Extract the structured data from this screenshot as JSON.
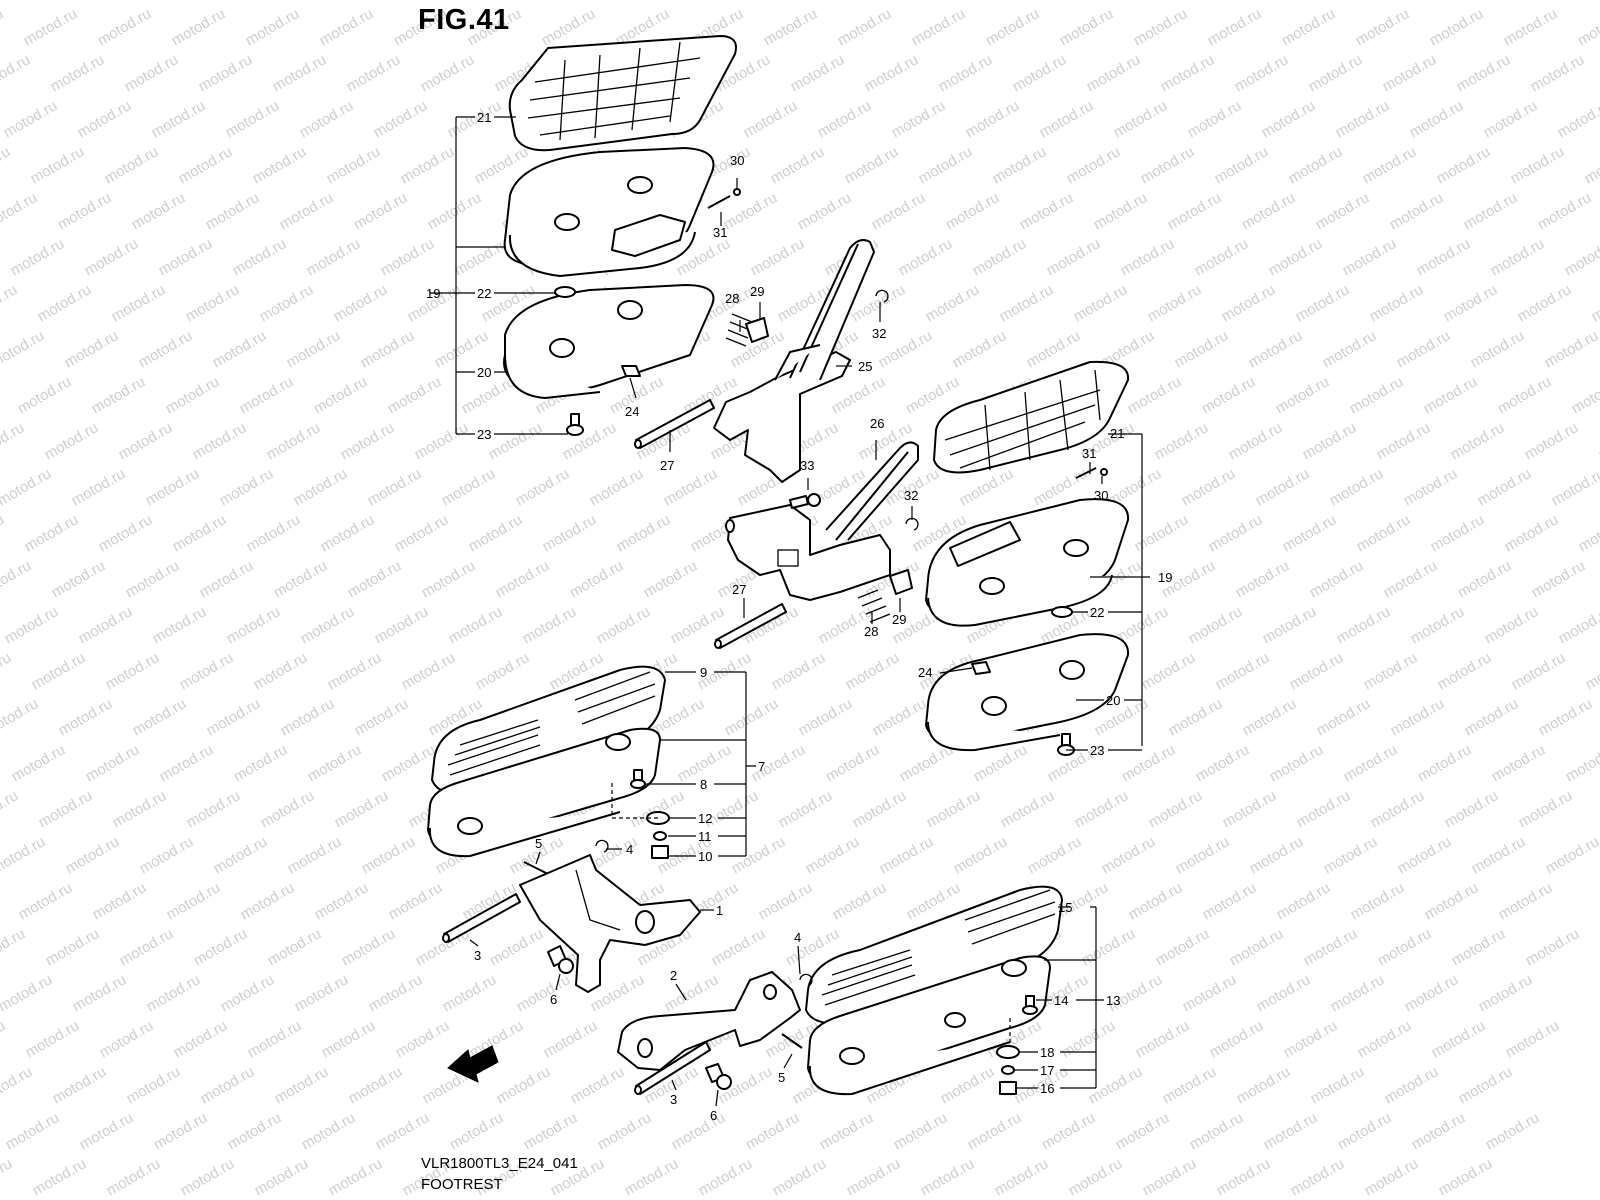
{
  "figure": {
    "title": "FIG.41",
    "model_code": "VLR1800TL3_E24_041",
    "caption": "FOOTREST",
    "watermark_text": "motod.ru",
    "fwd_label": "FWD"
  },
  "colors": {
    "line": "#000000",
    "background": "#ffffff",
    "watermark": "#cfcfcf"
  },
  "callouts": {
    "c21a": "21",
    "c19a": "19",
    "c22a": "22",
    "c20a": "20",
    "c23a": "23",
    "c30a": "30",
    "c31a": "31",
    "c28a": "28",
    "c29a": "29",
    "c32a": "32",
    "c25": "25",
    "c24a": "24",
    "c27a": "27",
    "c26": "26",
    "c33": "33",
    "c32b": "32",
    "c21b": "21",
    "c31b": "31",
    "c30b": "30",
    "c19b": "19",
    "c22b": "22",
    "c28b": "28",
    "c29b": "29",
    "c27b": "27",
    "c24b": "24",
    "c20b": "20",
    "c23b": "23",
    "c9": "9",
    "c7": "7",
    "c8": "8",
    "c12": "12",
    "c11": "11",
    "c10": "10",
    "c4a": "4",
    "c5a": "5",
    "c1": "1",
    "c3a": "3",
    "c6a": "6",
    "c15": "15",
    "c13": "13",
    "c14": "14",
    "c18": "18",
    "c17": "17",
    "c16": "16",
    "c4b": "4",
    "c2": "2",
    "c5b": "5",
    "c3b": "3",
    "c6b": "6"
  }
}
